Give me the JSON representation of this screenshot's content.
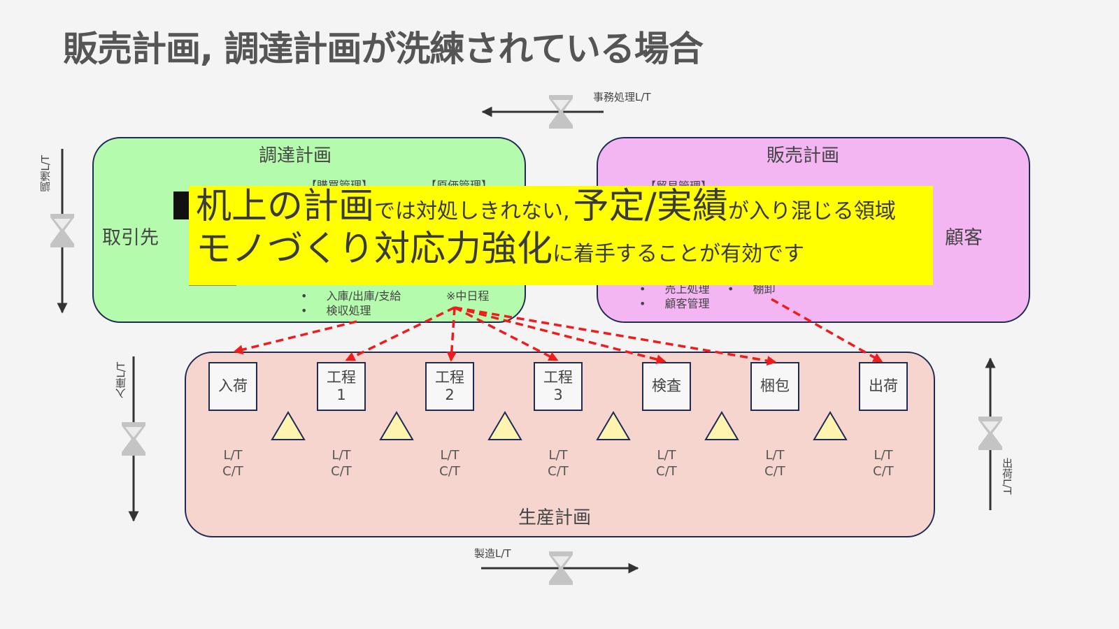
{
  "page": {
    "title": "販売計画, 調達計画が洗練されている場合"
  },
  "top_arrow": {
    "label": "事務処理L/T"
  },
  "bottom_arrow": {
    "label": "製造L/T"
  },
  "procurement": {
    "title": "調達計画",
    "supplier": "取引先",
    "headers": [
      "【購買管理】",
      "【原価管理】"
    ],
    "bullets": [
      "入庫/出庫/支給",
      "検収処理"
    ],
    "note": "※中日程"
  },
  "sales": {
    "title": "販売計画",
    "customer": "顧客",
    "header": "【貿易管理】",
    "bullets_left": [
      "売上処理",
      "顧客管理"
    ],
    "bullets_right": [
      "棚卸"
    ]
  },
  "production": {
    "title": "生産計画",
    "steps": [
      {
        "label": "入荷"
      },
      {
        "label": "工程\n1"
      },
      {
        "label": "工程\n2"
      },
      {
        "label": "工程\n3"
      },
      {
        "label": "検査"
      },
      {
        "label": "梱包"
      },
      {
        "label": "出荷"
      }
    ],
    "lt_label": "L/T",
    "ct_label": "C/T"
  },
  "side_labels": {
    "procure_lt": "調達L/T",
    "receive_lt": "入庫L/T",
    "ship_lt": "出荷L/T"
  },
  "banner": {
    "line1_big_a": "机上の計画",
    "line1_small_a": "では対処しきれない,",
    "line1_big_b": "予定/実績",
    "line1_small_b": "が入り混じる領域",
    "line2_big": "モノづくり対応力強化",
    "line2_small": "に着手することが有効です"
  },
  "colors": {
    "procure_bg": "#b5fbad",
    "sales_bg": "#f3b6f3",
    "prod_bg": "#f6d5cf",
    "banner_bg": "#ffff00",
    "dashed_arrow": "#ee1c1c",
    "border": "#1f2a55",
    "buffer_triangle": "#fff3b0"
  },
  "icons": [
    "hourglass-icon",
    "factory-icon",
    "buffer-triangle-icon"
  ]
}
